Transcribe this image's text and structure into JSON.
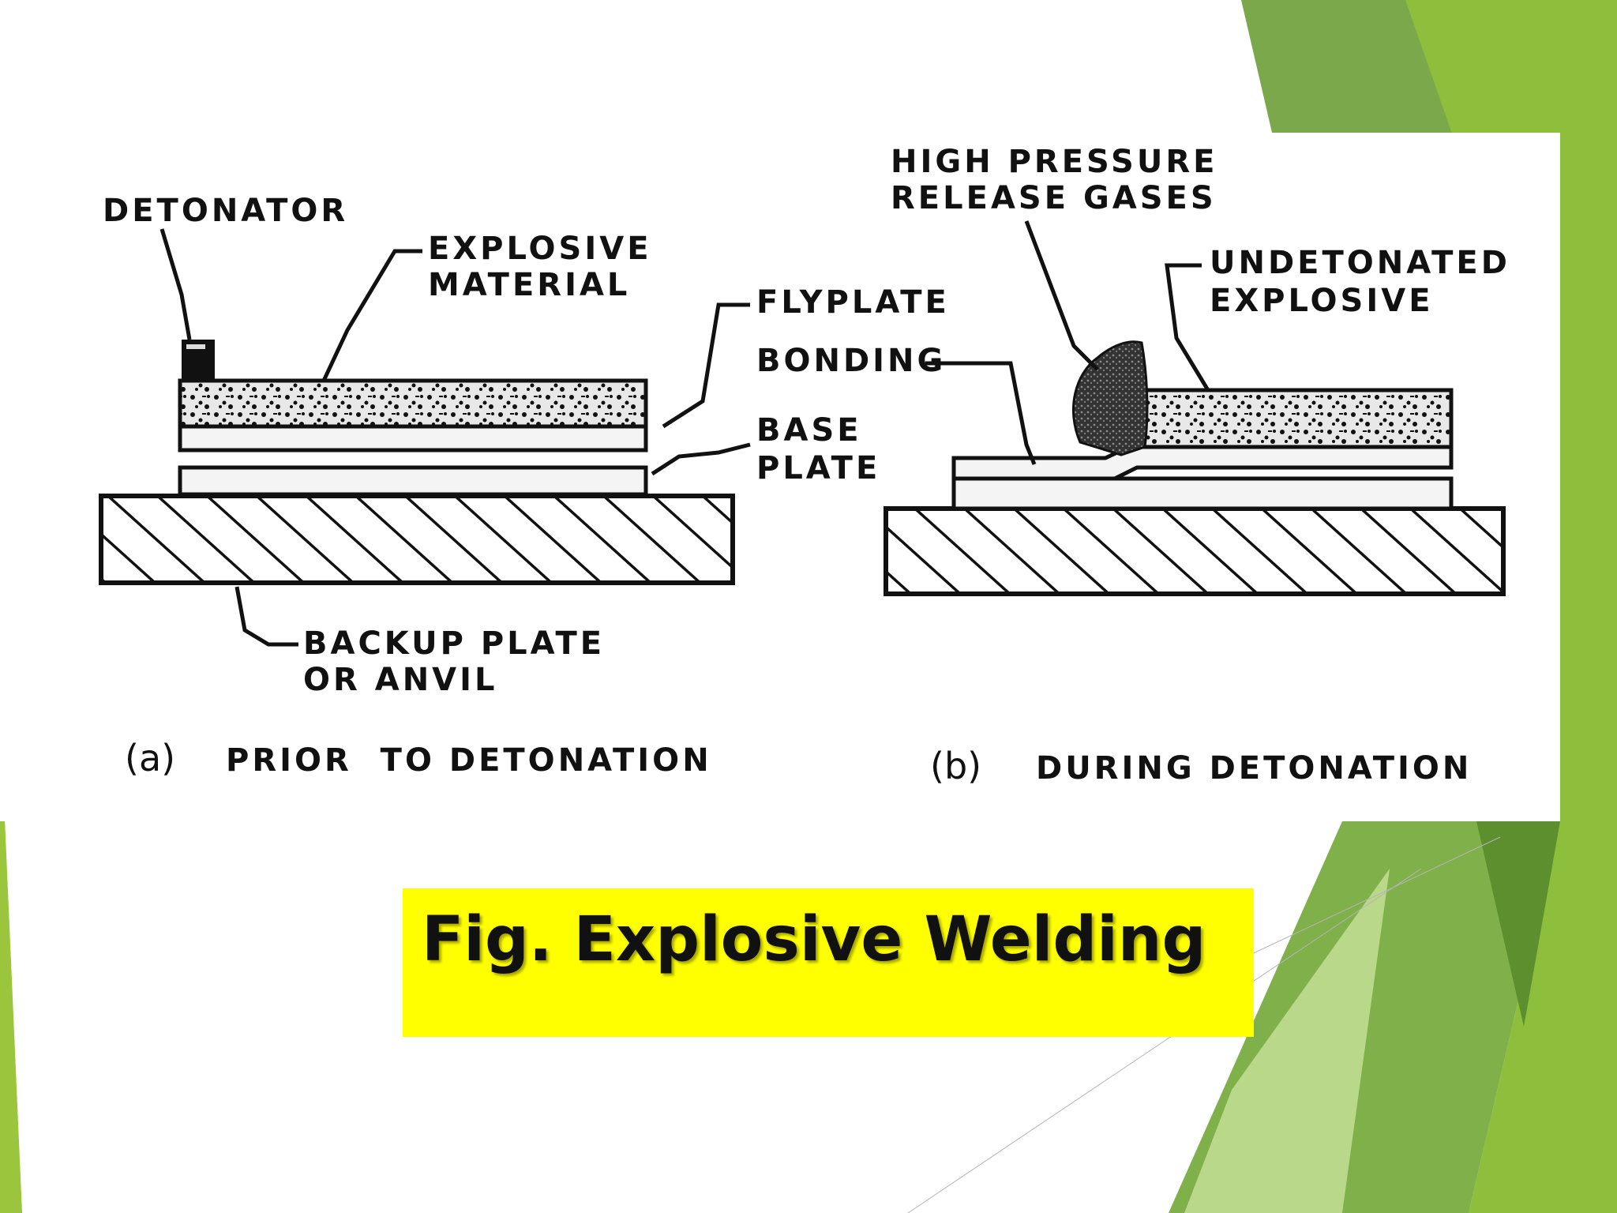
{
  "figure": {
    "panel_a": {
      "labels": {
        "detonator": "DETONATOR",
        "explosive_1": "EXPLOSIVE",
        "explosive_2": "MATERIAL",
        "flyplate": "FLYPLATE",
        "base_1": "BASE",
        "base_2": "PLATE",
        "backup_1": "BACKUP PLATE",
        "backup_2": "OR ANVIL"
      },
      "caption_letter": "(a)",
      "caption_text": "PRIOR  TO DETONATION"
    },
    "panel_b": {
      "labels": {
        "gases_1": "HIGH PRESSURE",
        "gases_2": "RELEASE GASES",
        "undet_1": "UNDETONATED",
        "undet_2": "EXPLOSIVE",
        "bonding": "BONDING"
      },
      "caption_letter": "(b)",
      "caption_text": "DURING DETONATION"
    }
  },
  "caption": {
    "text": "Fig. Explosive Welding",
    "background_color": "#ffff00"
  },
  "theme": {
    "accent_light": "#9bc53d",
    "accent_dark": "#6a9a3a"
  }
}
